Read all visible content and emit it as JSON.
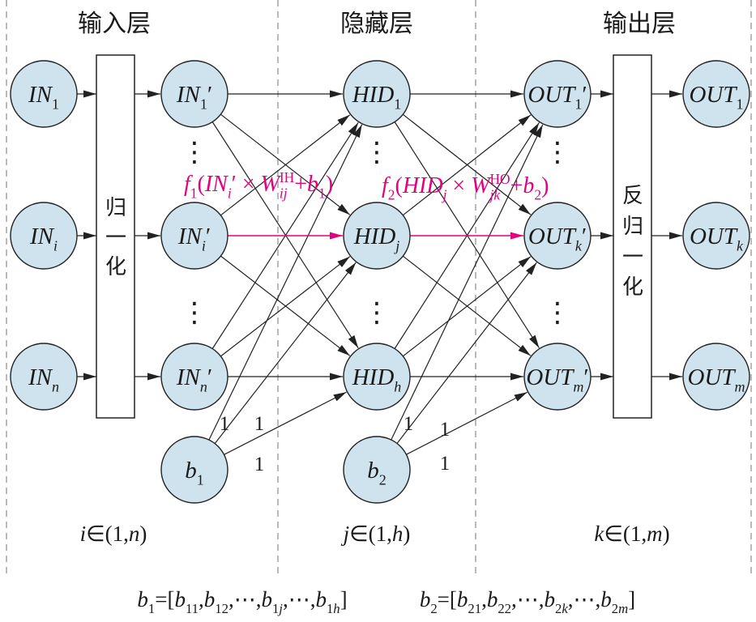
{
  "colors": {
    "node_fill": "#cfe3ee",
    "stroke": "#222222",
    "highlight": "#e4007f",
    "divider": "#8c8c8c"
  },
  "layers": {
    "input": "输入层",
    "hidden": "隐藏层",
    "output": "输出层"
  },
  "normalize_box": [
    "归",
    "一",
    "化"
  ],
  "denormalize_box": [
    "反",
    "归",
    "一",
    "化"
  ],
  "nodes": {
    "input": [
      [
        {
          "it": "IN"
        },
        {
          "sub": "1"
        }
      ],
      [
        {
          "it": "IN"
        },
        {
          "subi": "i"
        }
      ],
      [
        {
          "it": "IN"
        },
        {
          "subi": "n"
        }
      ]
    ],
    "input_normalized": [
      [
        {
          "it": "IN"
        },
        {
          "sub": "1"
        },
        {
          "rm": "′"
        }
      ],
      [
        {
          "it": "IN"
        },
        {
          "subi": "i"
        },
        {
          "rm": "′"
        }
      ],
      [
        {
          "it": "IN"
        },
        {
          "subi": "n"
        },
        {
          "rm": "′"
        }
      ]
    ],
    "bias1": [
      {
        "it": "b"
      },
      {
        "sub": "1"
      }
    ],
    "hidden": [
      [
        {
          "it": "HID"
        },
        {
          "sub": "1"
        }
      ],
      [
        {
          "it": "HID"
        },
        {
          "subi": "j"
        }
      ],
      [
        {
          "it": "HID"
        },
        {
          "subi": "h"
        }
      ]
    ],
    "bias2": [
      {
        "it": "b"
      },
      {
        "sub": "2"
      }
    ],
    "output_raw": [
      [
        {
          "it": "OUT"
        },
        {
          "sub": "1"
        },
        {
          "rm": "′"
        }
      ],
      [
        {
          "it": "OUT"
        },
        {
          "subi": "k"
        },
        {
          "rm": "′"
        }
      ],
      [
        {
          "it": "OUT"
        },
        {
          "subi": "m"
        },
        {
          "rm": "′"
        }
      ]
    ],
    "output": [
      [
        {
          "it": "OUT"
        },
        {
          "sub": "1"
        }
      ],
      [
        {
          "it": "OUT"
        },
        {
          "subi": "k"
        }
      ],
      [
        {
          "it": "OUT"
        },
        {
          "subi": "m"
        }
      ]
    ]
  },
  "ellipsis": "⋮",
  "formulas": {
    "f1": [
      {
        "it": "f"
      },
      {
        "sub": "1"
      },
      {
        "rm": "("
      },
      {
        "it": "IN"
      },
      {
        "subi": "i"
      },
      {
        "rm": "′ × "
      },
      {
        "it": "W"
      },
      {
        "subi": "ij"
      },
      {
        "sup": "IH"
      },
      {
        "rm": "+"
      },
      {
        "it": "b"
      },
      {
        "sub": "1"
      },
      {
        "rm": ")"
      }
    ],
    "f2": [
      {
        "it": "f"
      },
      {
        "sub": "2"
      },
      {
        "rm": "("
      },
      {
        "it": "HID"
      },
      {
        "subi": "j"
      },
      {
        "rm": " × "
      },
      {
        "it": "W"
      },
      {
        "subi": "jk"
      },
      {
        "sup": "HO"
      },
      {
        "rm": "+"
      },
      {
        "it": "b"
      },
      {
        "sub": "2"
      },
      {
        "rm": ")"
      }
    ]
  },
  "bias_weights": [
    "1",
    "1",
    "1",
    "1",
    "1",
    "1"
  ],
  "ranges": {
    "i": [
      {
        "it": "i"
      },
      {
        "rm": "∈(1,"
      },
      {
        "it": "n"
      },
      {
        "rm": ")"
      }
    ],
    "j": [
      {
        "it": "j"
      },
      {
        "rm": "∈(1,"
      },
      {
        "it": "h"
      },
      {
        "rm": ")"
      }
    ],
    "k": [
      {
        "it": "k"
      },
      {
        "rm": "∈(1,"
      },
      {
        "it": "m"
      },
      {
        "rm": ")"
      }
    ]
  },
  "bias_vectors": {
    "b1": [
      {
        "it": "b"
      },
      {
        "sub": "1"
      },
      {
        "rm": "=["
      },
      {
        "it": "b"
      },
      {
        "sub": "11"
      },
      {
        "rm": ","
      },
      {
        "it": "b"
      },
      {
        "sub": "12"
      },
      {
        "rm": ",⋯,"
      },
      {
        "it": "b"
      },
      {
        "sub": "1"
      },
      {
        "subi": "j"
      },
      {
        "rm": ",⋯,"
      },
      {
        "it": "b"
      },
      {
        "sub": "1"
      },
      {
        "subi": "h"
      },
      {
        "rm": "]"
      }
    ],
    "b2": [
      {
        "it": "b"
      },
      {
        "sub": "2"
      },
      {
        "rm": "=["
      },
      {
        "it": "b"
      },
      {
        "sub": "21"
      },
      {
        "rm": ","
      },
      {
        "it": "b"
      },
      {
        "sub": "22"
      },
      {
        "rm": ",⋯,"
      },
      {
        "it": "b"
      },
      {
        "sub": "2"
      },
      {
        "subi": "k"
      },
      {
        "rm": ",⋯,"
      },
      {
        "it": "b"
      },
      {
        "sub": "2"
      },
      {
        "subi": "m"
      },
      {
        "rm": "]"
      }
    ]
  }
}
